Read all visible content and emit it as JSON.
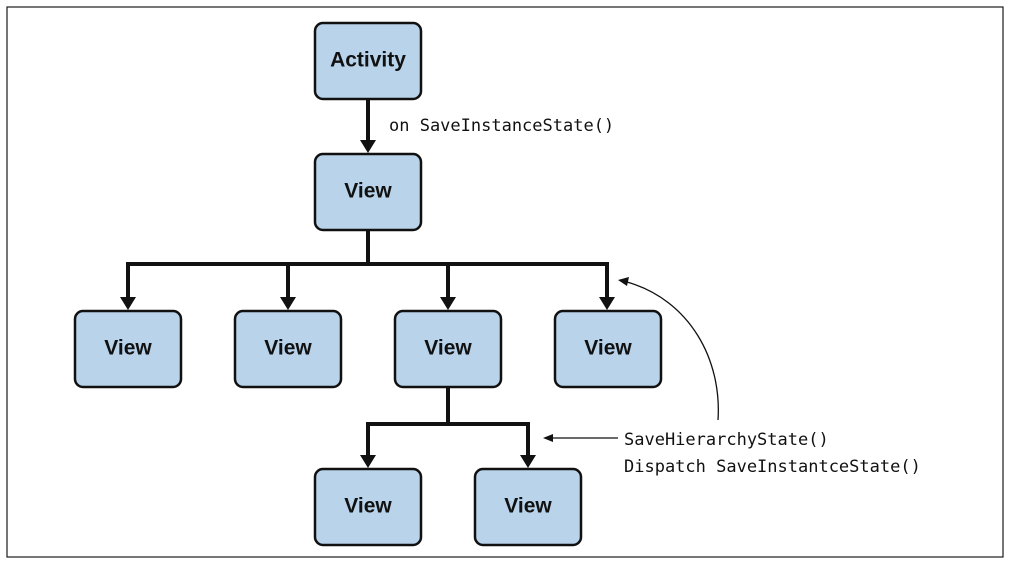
{
  "nodes": {
    "activity": "Activity",
    "view_level1": "View",
    "view_level2": [
      "View",
      "View",
      "View",
      "View"
    ],
    "view_level3": [
      "View",
      "View"
    ]
  },
  "annotations": {
    "activity_to_view": "on SaveInstanceState()",
    "hierarchy_line1": "SaveHierarchyState()",
    "hierarchy_line2": "Dispatch SaveInstantceState()"
  },
  "colors": {
    "node_fill": "#b8d3ea",
    "stroke": "#111111"
  }
}
